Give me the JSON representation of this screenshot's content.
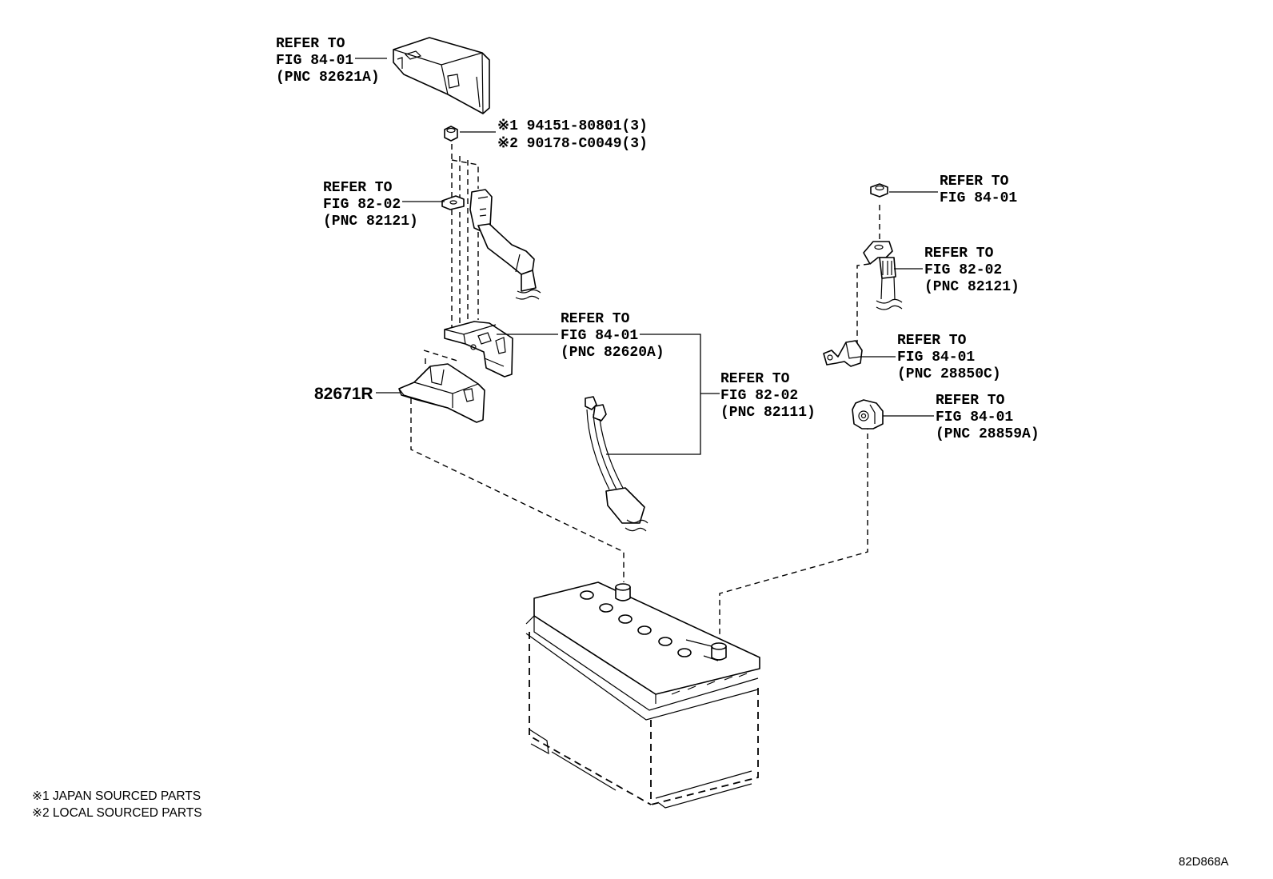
{
  "callouts": {
    "c1": [
      "REFER TO",
      "FIG 84-01",
      "(PNC 82621A)"
    ],
    "c2": [
      "REFER TO",
      "FIG 82-02",
      "(PNC 82121)"
    ],
    "c3": [
      "REFER TO",
      "FIG 84-01",
      "(PNC 82620A)"
    ],
    "c4": [
      "REFER TO",
      "FIG 82-02",
      "(PNC 82111)"
    ],
    "c5": [
      "REFER TO",
      "FIG 84-01"
    ],
    "c6": [
      "REFER TO",
      "FIG 82-02",
      "(PNC 82121)"
    ],
    "c7": [
      "REFER TO",
      "FIG 84-01",
      "(PNC 28850C)"
    ],
    "c8": [
      "REFER TO",
      "FIG 84-01",
      "(PNC 28859A)"
    ]
  },
  "nut_parts": [
    "※1 94151-80801(3)",
    "※2 90178-C0049(3)"
  ],
  "part_number": "82671R",
  "notes": [
    "※1 JAPAN SOURCED PARTS",
    "※2 LOCAL SOURCED PARTS"
  ],
  "diagram_ref": "82D868A"
}
